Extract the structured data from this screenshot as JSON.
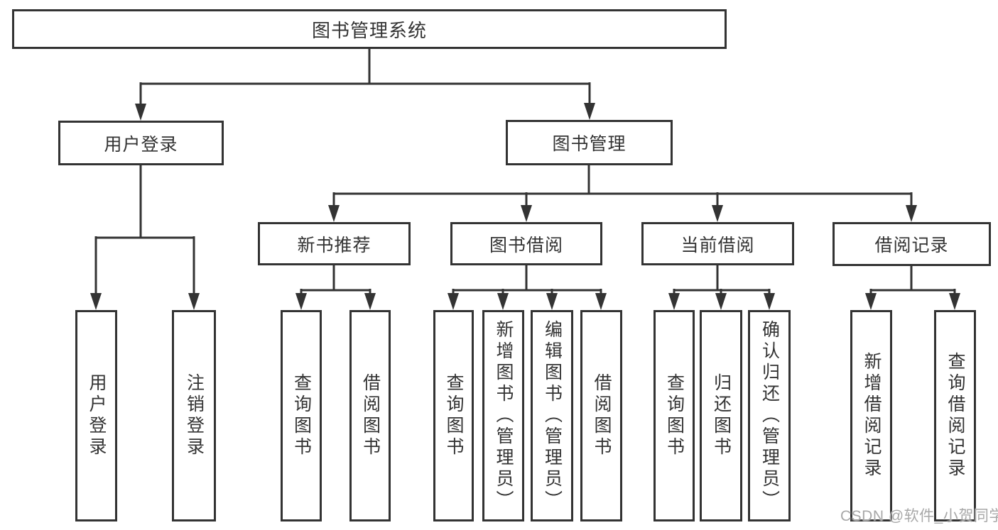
{
  "watermark": "CSDN @软件_小贺同学",
  "colors": {
    "line": "#333333",
    "box_border": "#333333",
    "text": "#333333",
    "background": "#ffffff",
    "watermark": "#a8a8a8"
  },
  "hierarchy": {
    "label": "图书管理系统",
    "children": [
      {
        "label": "用户登录",
        "children": [
          {
            "label": "用户登录"
          },
          {
            "label": "注销登录"
          }
        ]
      },
      {
        "label": "图书管理",
        "children": [
          {
            "label": "新书推荐",
            "children": [
              {
                "label": "查询图书"
              },
              {
                "label": "借阅图书"
              }
            ]
          },
          {
            "label": "图书借阅",
            "children": [
              {
                "label": "查询图书"
              },
              {
                "label": "新增图书（管理员）"
              },
              {
                "label": "编辑图书（管理员）"
              },
              {
                "label": "借阅图书"
              }
            ]
          },
          {
            "label": "当前借阅",
            "children": [
              {
                "label": "查询图书"
              },
              {
                "label": "归还图书"
              },
              {
                "label": "确认归还（管理员）"
              }
            ]
          },
          {
            "label": "借阅记录",
            "children": [
              {
                "label": "新增借阅记录"
              },
              {
                "label": "查询借阅记录"
              }
            ]
          }
        ]
      }
    ]
  }
}
